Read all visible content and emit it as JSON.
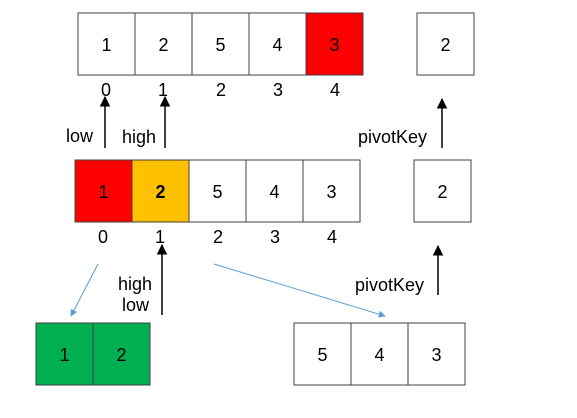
{
  "colors": {
    "red": "#ff0000",
    "yellow": "#ffc000",
    "green": "#00b050",
    "white": "#ffffff",
    "stroke": "#404040",
    "arrow_black": "#000000",
    "arrow_blue": "#5b9bd5"
  },
  "top_row": {
    "cells": [
      "1",
      "2",
      "5",
      "4",
      "3"
    ],
    "fills": [
      "white",
      "white",
      "white",
      "white",
      "red"
    ],
    "indices": [
      "0",
      "1",
      "2",
      "3",
      "4"
    ],
    "pivot_value": "2"
  },
  "mid_row": {
    "cells": [
      "1",
      "2",
      "5",
      "4",
      "3"
    ],
    "fills": [
      "red",
      "yellow",
      "white",
      "white",
      "white"
    ],
    "bold": [
      false,
      true,
      false,
      false,
      false
    ],
    "indices": [
      "0",
      "1",
      "2",
      "3",
      "4"
    ],
    "pivot_value": "2"
  },
  "labels": {
    "low": "low",
    "high": "high",
    "pivot_key_top": "pivotKey",
    "high_bottom": "high",
    "low_bottom": "low",
    "pivot_key_bottom": "pivotKey"
  },
  "bottom_left": {
    "cells": [
      "1",
      "2"
    ],
    "fill": "green"
  },
  "bottom_right": {
    "cells": [
      "5",
      "4",
      "3"
    ],
    "fill": "white"
  }
}
